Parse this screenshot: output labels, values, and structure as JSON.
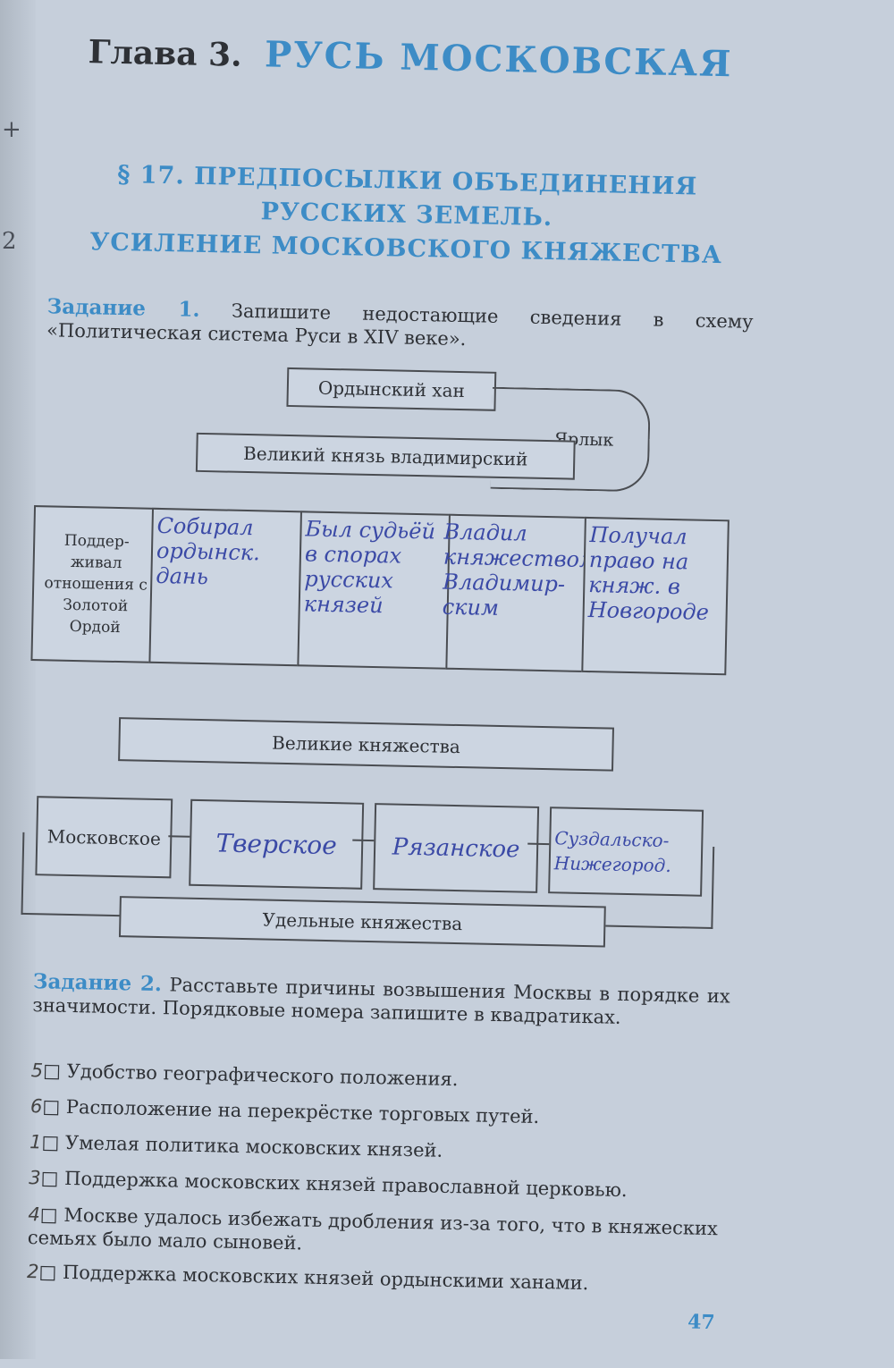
{
  "margin_marks": [
    "+",
    "2"
  ],
  "chapter": {
    "label": "Глава 3.",
    "title": "РУСЬ МОСКОВСКАЯ"
  },
  "section": {
    "line1": "§ 17. ПРЕДПОСЫЛКИ ОБЪЕДИНЕНИЯ",
    "line2": "РУССКИХ ЗЕМЕЛЬ.",
    "line3": "УСИЛЕНИЕ МОСКОВСКОГО КНЯЖЕСТВА"
  },
  "task1": {
    "label": "Задание 1.",
    "text": "Запишите недостающие сведения в схему «Политическая система Руси в XIV веке»."
  },
  "scheme1": {
    "khan": "Ордынский хан",
    "yarlyk": "Ярлык",
    "grand_prince": "Великий князь владимирский",
    "cells": [
      "Поддер-живал отношения с Золотой Ордой",
      "Собирал ордынск. дань",
      "Был судьёй в спорах русских князей",
      "Владил княжеством Владимир-ским",
      "Получал право на княж. в Новгороде"
    ]
  },
  "scheme2": {
    "top": "Великие княжества",
    "cells": [
      "Московское",
      "Тверское",
      "Рязанское",
      "Суздальско-Нижегород."
    ],
    "bottom": "Удельные княжества"
  },
  "task2": {
    "label": "Задание 2.",
    "text": "Расставьте причины возвышения Москвы в порядке их значимости. Порядковые номера запишите в квадратиках.",
    "items": [
      {
        "n": "5",
        "t": "Удобство географического положения."
      },
      {
        "n": "6",
        "t": "Расположение на перекрёстке торговых путей."
      },
      {
        "n": "1",
        "t": "Умелая политика московских князей."
      },
      {
        "n": "3",
        "t": "Поддержка московских князей православной церковью."
      },
      {
        "n": "4",
        "t": "Москве удалось избежать дробления из-за того, что в княжеских семьях было мало сыновей."
      },
      {
        "n": "2",
        "t": "Поддержка московских князей ордынскими ханами."
      }
    ]
  },
  "page_number": "47"
}
